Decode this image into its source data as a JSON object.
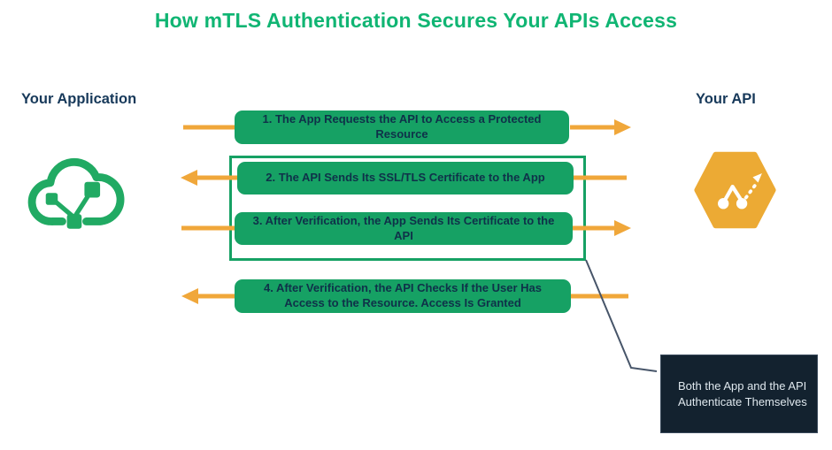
{
  "title": "How mTLS Authentication Secures Your APIs Access",
  "actors": {
    "application": "Your Application",
    "api": "Your API"
  },
  "icons": {
    "application": "cloud-network-icon",
    "api": "api-hexagon-icon"
  },
  "steps": [
    {
      "text": "1. The App Requests the API to Access a Protected Resource",
      "direction": "right"
    },
    {
      "text": "2. The API Sends Its SSL/TLS Certificate to the App",
      "direction": "left"
    },
    {
      "text": "3. After Verification, the App Sends Its Certificate to the API",
      "direction": "right"
    },
    {
      "text": "4. After Verification, the API Checks If the User Has Access to the Resource. Access Is Granted",
      "direction": "left"
    }
  ],
  "highlight": {
    "wraps_steps": [
      2,
      3
    ]
  },
  "callout": {
    "lines": [
      "Both the App and the API",
      "Authenticate Themselves"
    ]
  },
  "colors": {
    "title_green": "#10b573",
    "box_green": "#16a164",
    "icon_green": "#21aa63",
    "arrow_amber": "#f0a73a",
    "hexagon_amber": "#ecaa34",
    "navy_text": "#17395a",
    "step_text_navy": "#0f3149",
    "callout_bg": "#13222f",
    "callout_text": "#dfe8ee",
    "connector_gray": "#475569"
  }
}
